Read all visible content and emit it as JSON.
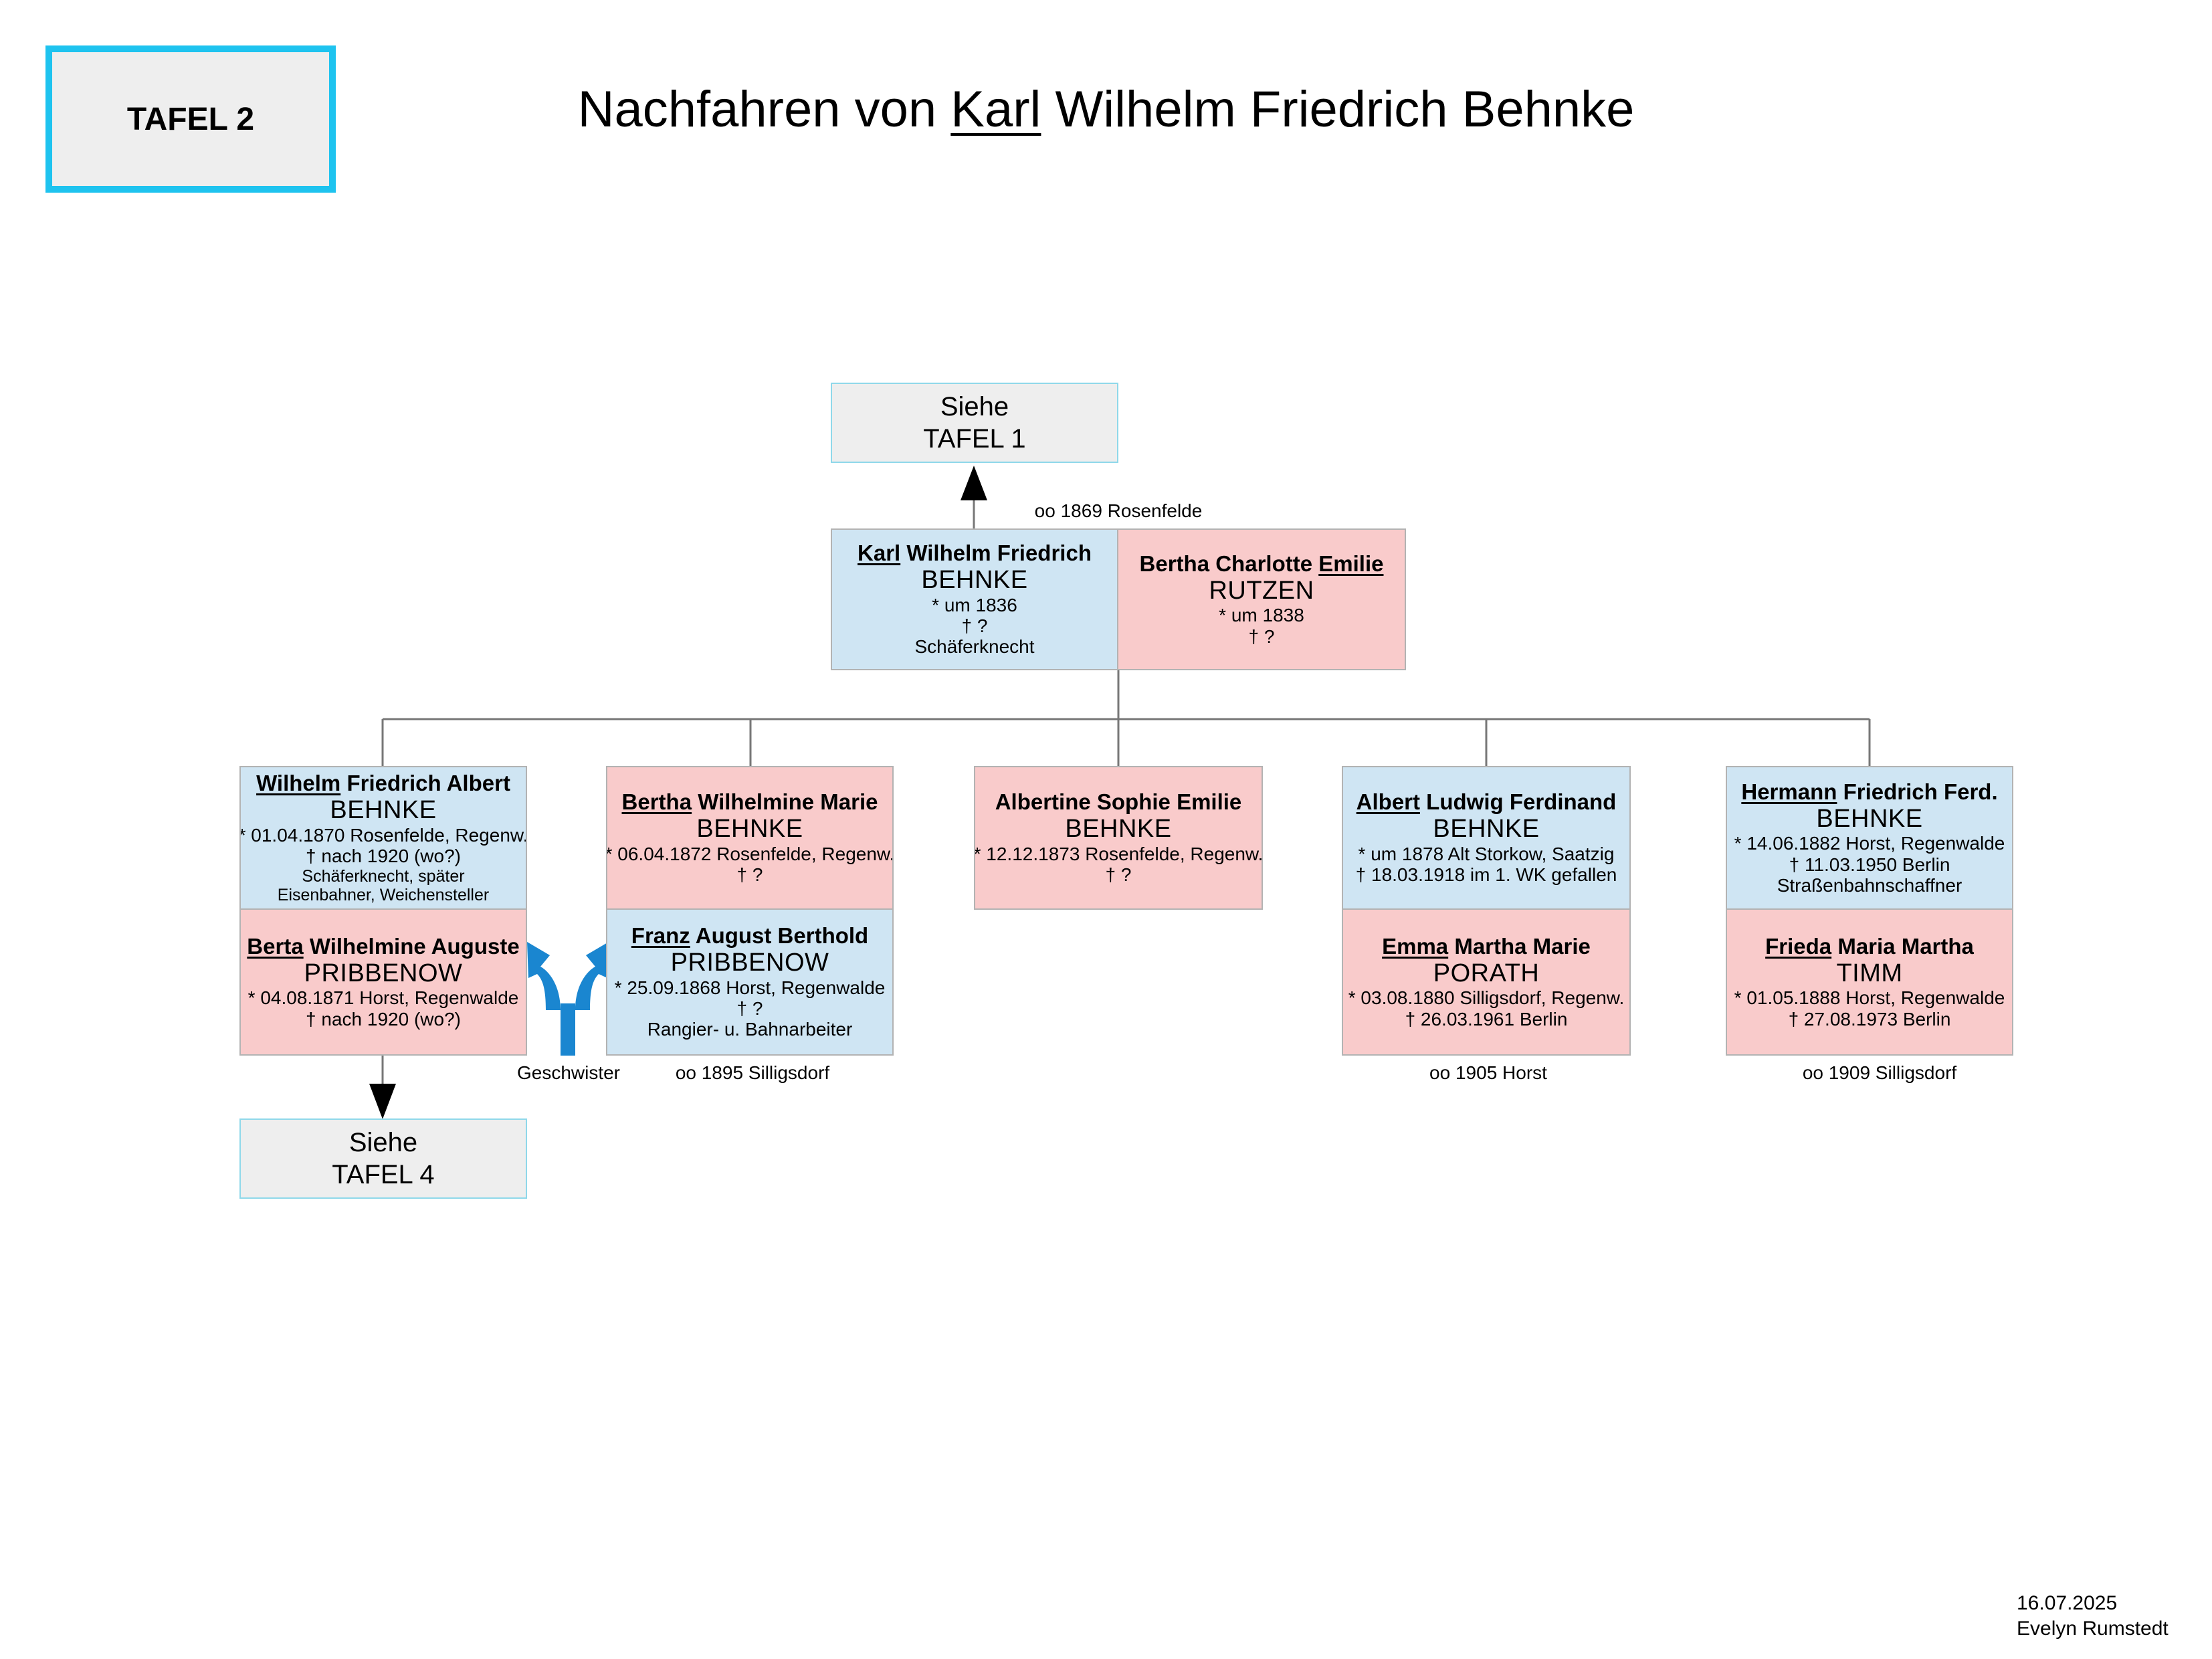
{
  "badge": "TAFEL 2",
  "title": {
    "prefix": "Nachfahren von ",
    "underlined": "Karl",
    "suffix": " Wilhelm Friedrich Behnke"
  },
  "ref_top": {
    "line1": "Siehe",
    "line2": "TAFEL 1"
  },
  "ref_bottom": {
    "line1": "Siehe",
    "line2": "TAFEL 4"
  },
  "parents": {
    "marriage": "oo 1869 Rosenfelde",
    "father": {
      "first_u": "Karl",
      "first_rest": " Wilhelm Friedrich",
      "surname": "BEHNKE",
      "birth": "* um 1836",
      "death": "† ?",
      "occupation": "Schäferknecht"
    },
    "mother": {
      "first_pre": "Bertha Charlotte ",
      "first_u": "Emilie",
      "surname": "RUTZEN",
      "birth": "* um 1838",
      "death": "† ?"
    }
  },
  "children": [
    {
      "first_u": "Wilhelm",
      "first_rest": " Friedrich Albert",
      "surname": "BEHNKE",
      "birth": "* 01.04.1870 Rosenfelde, Regenw.",
      "death": "† nach 1920 (wo?)",
      "occ1": "Schäferknecht, später",
      "occ2": "Eisenbahner, Weichensteller",
      "spouse": {
        "first_u": "Berta",
        "first_rest": " Wilhelmine Auguste",
        "surname": "PRIBBENOW",
        "birth": "* 04.08.1871 Horst, Regenwalde",
        "death": "† nach 1920 (wo?)"
      }
    },
    {
      "first_u": "Bertha",
      "first_rest": " Wilhelmine Marie",
      "surname": "BEHNKE",
      "birth": "* 06.04.1872 Rosenfelde, Regenw.",
      "death": "† ?",
      "spouse": {
        "first_u": "Franz",
        "first_rest": " August Berthold",
        "surname": "PRIBBENOW",
        "birth": "* 25.09.1868 Horst, Regenwalde",
        "death": "† ?",
        "occupation": "Rangier- u. Bahnarbeiter"
      },
      "marriage": "oo 1895 Silligsdorf"
    },
    {
      "first": "Albertine Sophie Emilie",
      "surname": "BEHNKE",
      "birth": "* 12.12.1873 Rosenfelde, Regenw.",
      "death": "† ?"
    },
    {
      "first_u": "Albert",
      "first_rest": " Ludwig Ferdinand",
      "surname": "BEHNKE",
      "birth": "* um 1878 Alt Storkow, Saatzig",
      "death": "† 18.03.1918 im 1. WK gefallen",
      "spouse": {
        "first_u": "Emma",
        "first_rest": " Martha Marie",
        "surname": "PORATH",
        "birth": "* 03.08.1880 Silligsdorf, Regenw.",
        "death": "† 26.03.1961 Berlin"
      },
      "marriage": "oo 1905 Horst"
    },
    {
      "first_u": "Hermann",
      "first_rest": " Friedrich Ferd.",
      "surname": "BEHNKE",
      "birth": "* 14.06.1882 Horst, Regenwalde",
      "death": "† 11.03.1950 Berlin",
      "occupation": "Straßenbahnschaffner",
      "spouse": {
        "first_u": "Frieda",
        "first_rest": " Maria Martha",
        "surname": "TIMM",
        "birth": "* 01.05.1888 Horst, Regenwalde",
        "death": "† 27.08.1973 Berlin"
      },
      "marriage": "oo 1909 Silligsdorf"
    }
  ],
  "siblings_label": "Geschwister",
  "footer": {
    "date": "16.07.2025",
    "author": "Evelyn Rumstedt"
  },
  "colors": {
    "male": "#cfe5f3",
    "female": "#f9cbcb",
    "reference": "#eeeeee",
    "badge_border": "#1ec3ef",
    "sibling_arrow": "#1a86d0"
  }
}
